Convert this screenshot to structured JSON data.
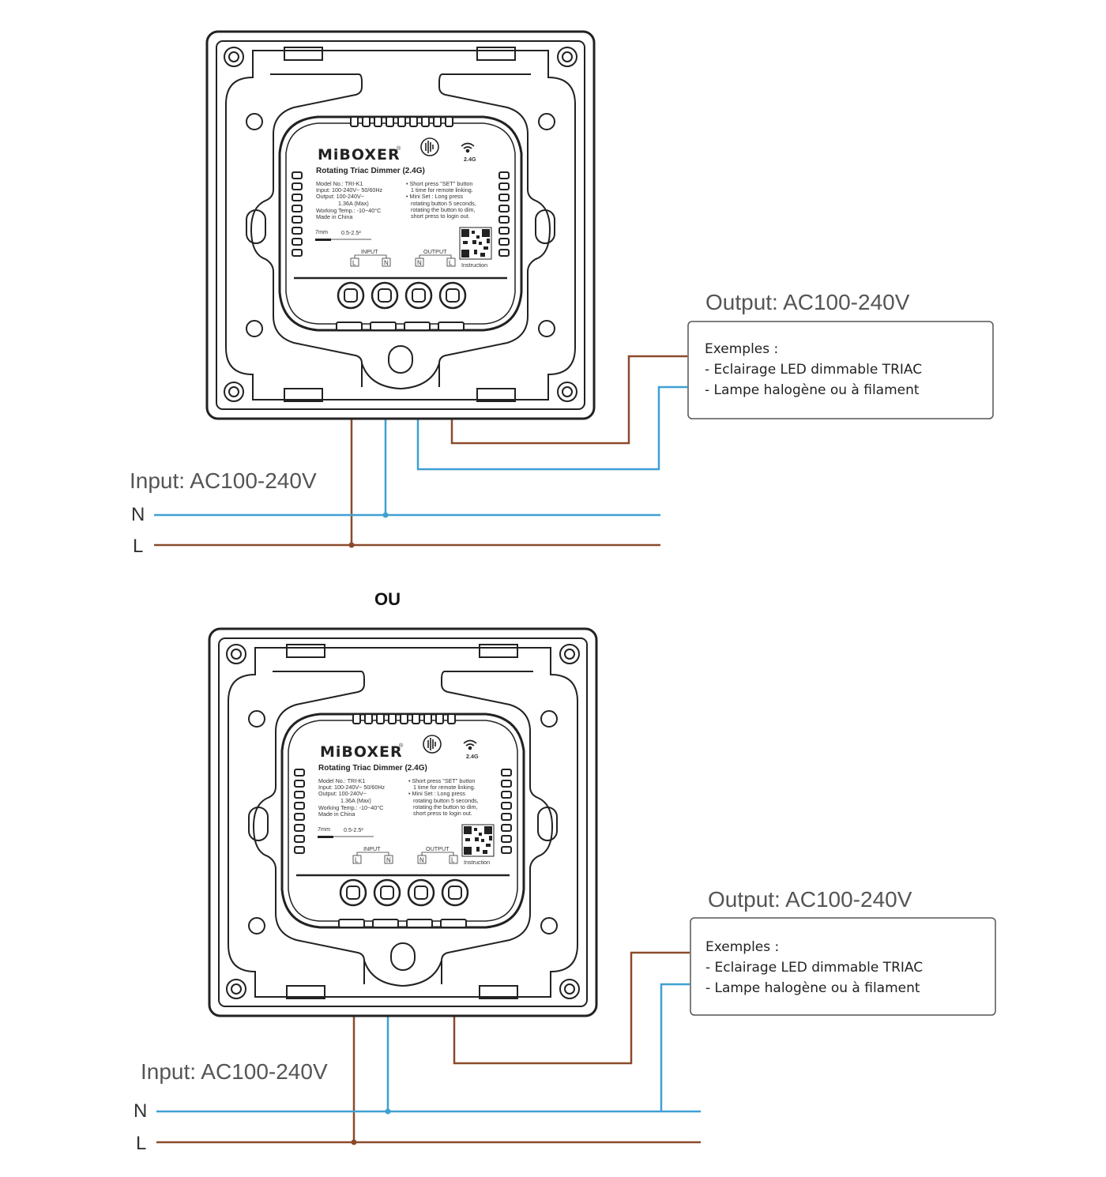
{
  "separator": "OU",
  "device": {
    "brand": "MiBOXER",
    "registered": "®",
    "signal": "2.4G",
    "product": "Rotating Triac Dimmer (2.4G)",
    "specs": [
      "Model No.: TRI-K1",
      "Input: 100-240V~  50/60Hz",
      "Output: 100-240V~",
      "1.36A (Max)",
      "Working Temp.: -10~40°C",
      "Made in China"
    ],
    "notes": [
      "• Short press \"SET\" button",
      "1 time for remote linking.",
      "• Mini Set : Long press",
      "rotating button 5 seconds,",
      "rotating the button to dim,",
      "short press to login out."
    ],
    "strip_length": "7mm",
    "wire_gauge": "0.5-2.5²",
    "input_group": "INPUT",
    "output_group": "OUTPUT",
    "terminals": [
      "L",
      "N",
      "N",
      "L"
    ],
    "qr_caption": "Instruction"
  },
  "diagrams": [
    {
      "input_label": "Input: AC100-240V",
      "output_label": "Output: AC100-240V",
      "line_n": "N",
      "line_l": "L",
      "examples": [
        "Exemples :",
        "- Eclairage LED dimmable TRIAC",
        "- Lampe halogène ou à filament"
      ]
    },
    {
      "input_label": "Input: AC100-240V",
      "output_label": "Output: AC100-240V",
      "line_n": "N",
      "line_l": "L",
      "examples": [
        "Exemples :",
        "- Eclairage LED dimmable TRIAC",
        "- Lampe halogène ou à filament"
      ]
    }
  ],
  "colors": {
    "live": "#8b4a2b",
    "neutral": "#3fa0d2",
    "outline": "#222222"
  }
}
